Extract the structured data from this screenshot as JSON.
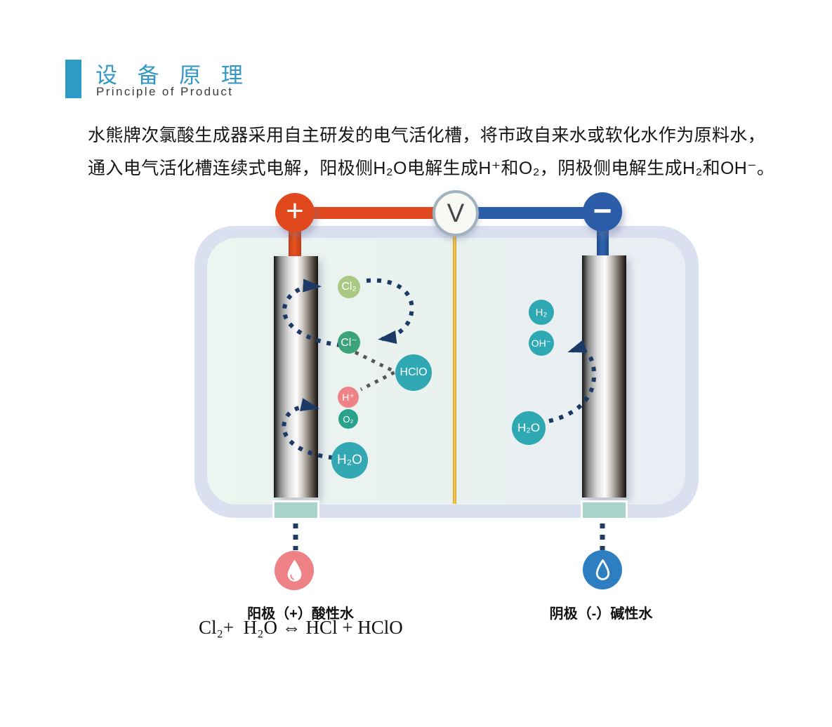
{
  "header": {
    "title": "设 备 原 理",
    "subtitle": "Principle of Product",
    "accent_color": "#2E9AC6",
    "title_color": "#3399C4"
  },
  "description": {
    "line1": "水熊牌次氯酸生成器采用自主研发的电气活化槽，将市政自来水或软化水作为原料水，",
    "line2": "通入电气活化槽连续式电解，阳极侧H₂O电解生成H⁺和O₂，阴极侧电解生成H₂和OH⁻。"
  },
  "circuit": {
    "positive": "+",
    "negative": "−",
    "voltmeter": "V",
    "positive_color": "#E1481E",
    "negative_color": "#2A5CA8",
    "membrane_color": "#F2C449",
    "arrow_color": "#1C3A66"
  },
  "anode": {
    "molecules": {
      "cl2": "Cl₂",
      "cl": "Cl⁻",
      "hclo": "HClO",
      "h": "H⁺",
      "o2": "O₂",
      "h2o": "H₂O"
    },
    "output_label": "阳极（+）酸性水",
    "equation": "Cl₂+  H₂O ⇔ HCl + HClO",
    "drop_color": "#EE8186"
  },
  "cathode": {
    "molecules": {
      "h2": "H₂",
      "oh": "OH⁻",
      "h2o": "H₂O"
    },
    "output_label": "阴极（-）碱性水",
    "drop_color": "#2E7EC2"
  }
}
